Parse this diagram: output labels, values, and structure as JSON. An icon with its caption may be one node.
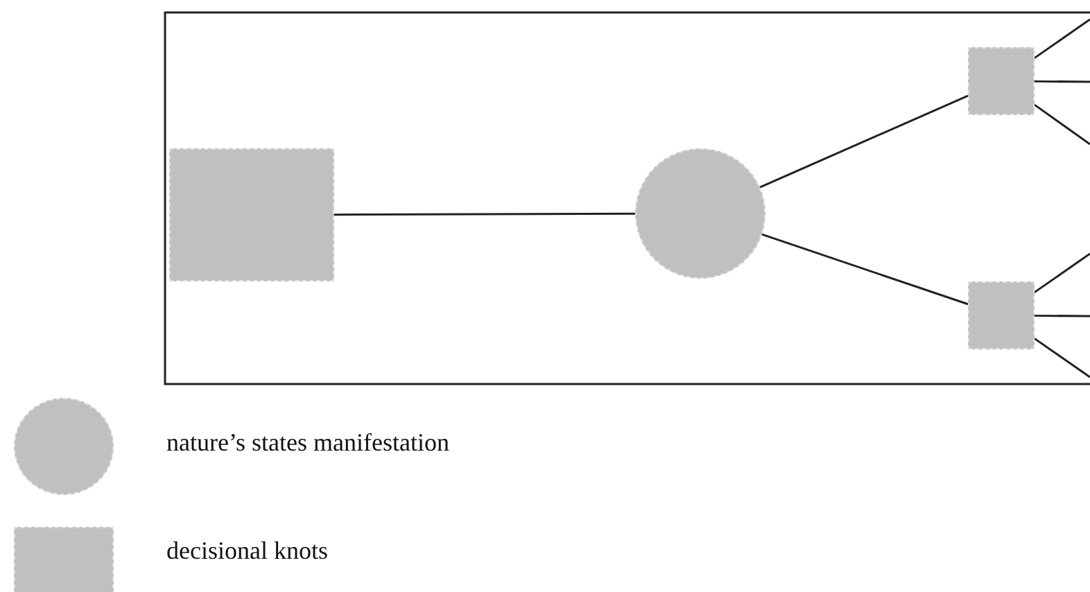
{
  "diagram": {
    "nodes": [
      {
        "text": [],
        "shape": "box"
      },
      {
        "text": [],
        "shape": "circle"
      },
      {
        "text": [],
        "shape": "box"
      },
      {
        "text": [],
        "shape": "box"
      }
    ],
    "edges": [
      {
        "from": 0,
        "to": 1,
        "arrow": "none"
      },
      {
        "from": 1,
        "to": 2,
        "arrow": "none"
      },
      {
        "from": 1,
        "to": 3,
        "arrow": "none"
      },
      {
        "from": 2,
        "to": null,
        "arrow": "none"
      },
      {
        "from": 2,
        "to": null,
        "arrow": "none"
      },
      {
        "from": 2,
        "to": null,
        "arrow": "none"
      },
      {
        "from": 3,
        "to": null,
        "arrow": "none"
      },
      {
        "from": 3,
        "to": null,
        "arrow": "none"
      },
      {
        "from": 3,
        "to": null,
        "arrow": "none"
      }
    ],
    "legend": [
      {
        "text": "nature’s states manifestation"
      },
      {
        "text": "decisional knots"
      }
    ]
  }
}
